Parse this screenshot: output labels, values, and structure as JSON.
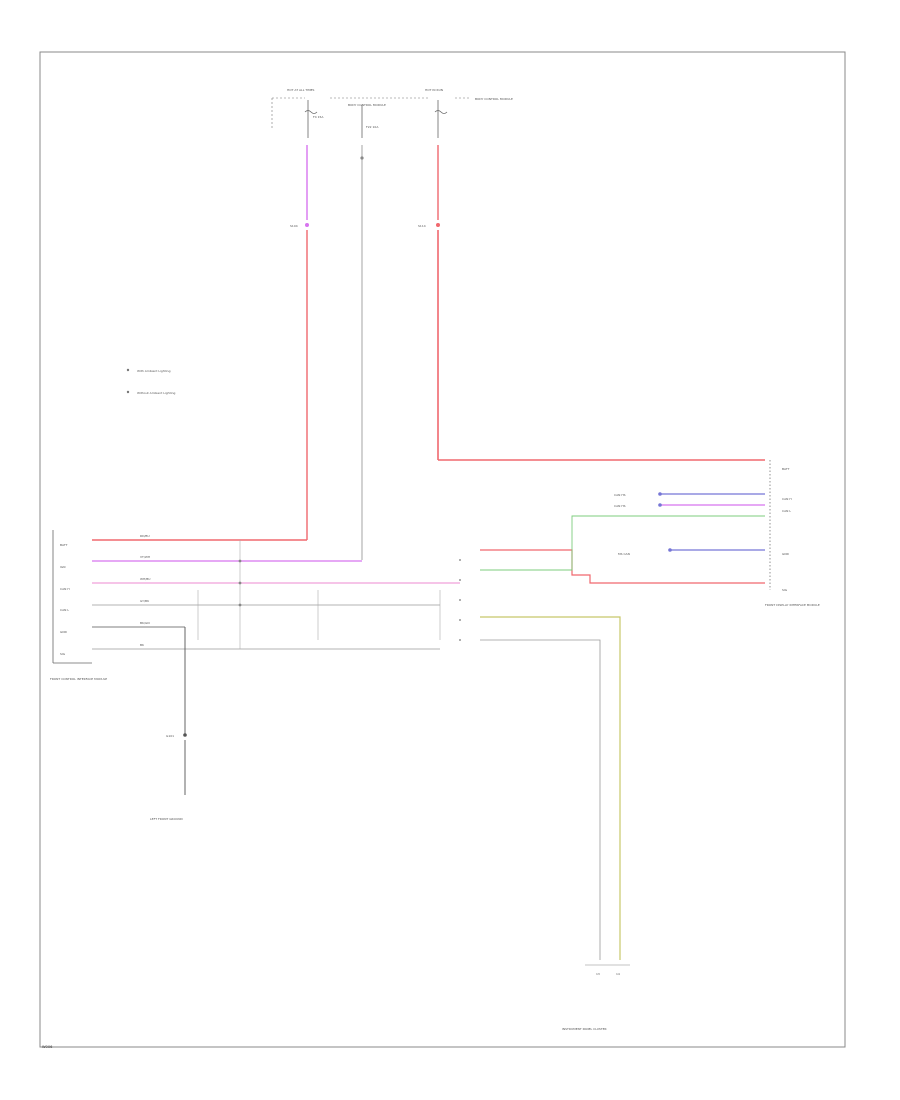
{
  "diagram": {
    "footer_text": "W006",
    "colors": {
      "red": "#f0686e",
      "pink": "#ec8ad0",
      "magenta": "#d774ef",
      "gray": "#9a9a9a",
      "blue": "#7676d6",
      "green": "#7ccd7c",
      "yellow": "#c8c86a",
      "darkgray": "#555555"
    },
    "top": {
      "fuse_box_left": "HOT AT ALL TIMES",
      "fuse_box_right": "HOT IN RUN",
      "ground_label": "BODY CONTROL MODULE",
      "fuse1": "F4 15A",
      "fuse2": "F22 10A",
      "splice_left": "S104",
      "splice_right": "S114",
      "right_note": "BODY CONTROL MODULE"
    },
    "legend": {
      "item1": "With Ambient Lighting",
      "item2": "Without Ambient Lighting"
    },
    "left_module": {
      "pins": [
        "BATT",
        "IGN",
        "CAN H",
        "CAN L",
        "GND",
        "SIG"
      ],
      "wire_labels": [
        "RD/BU",
        "VT/WH",
        "WH/BU",
        "GY/BK",
        "BK/GN",
        "BK"
      ],
      "title": "FRONT CONTROL INTERFACE MODULE"
    },
    "ground": {
      "splice": "G101",
      "title": "LEFT FRONT GROUND"
    },
    "right_module": {
      "pins": [
        "BATT",
        "CAN H",
        "CAN L",
        "GND",
        "SIG"
      ],
      "title": "FRONT DISPLAY INTERFACE MODULE",
      "side_labels": [
        "CAN HS",
        "CAN HS",
        "MS CAN"
      ]
    },
    "bottom_connector": {
      "title": "INSTRUMENT PANEL CLUSTER",
      "pins": [
        "13",
        "14"
      ]
    }
  }
}
